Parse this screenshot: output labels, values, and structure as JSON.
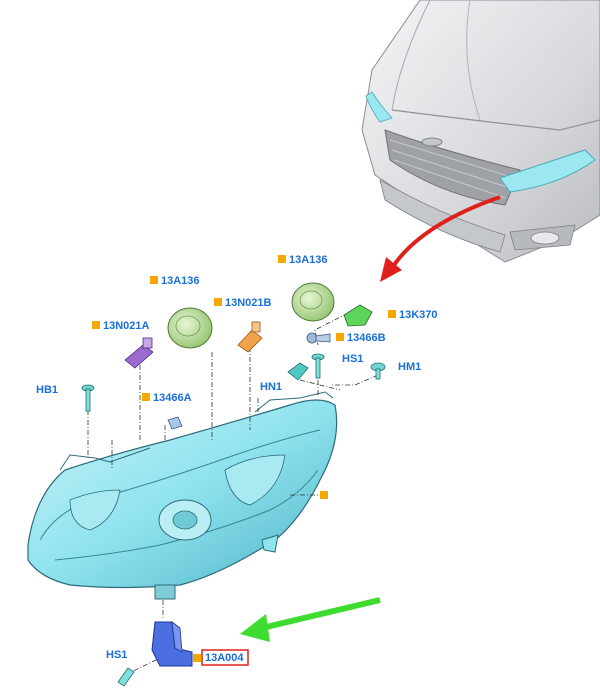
{
  "diagram": {
    "labels": {
      "lamp_13A136_left": "13A136",
      "lamp_13A136_right": "13A136",
      "bulb_13N021B": "13N021B",
      "bulb_13N021A": "13N021A",
      "connector_13K370": "13K370",
      "socket_13466B": "13466B",
      "socket_13466A": "13466A",
      "screw_HS1_top": "HS1",
      "screw_HM1": "HM1",
      "bolt_HN1": "HN1",
      "bolt_HB1": "HB1",
      "screw_HS1_bottom": "HS1",
      "bracket_13A004": "13A004"
    },
    "colors": {
      "label_blue": "#1a6fd8",
      "marker_orange": "#f5a800",
      "arrow_red": "#e0201b",
      "arrow_green": "#3ddc2f",
      "highlight_red": "#e0201b",
      "headlamp_cyan": "#8fe3ee",
      "car_gray": "#dadcdf"
    }
  }
}
